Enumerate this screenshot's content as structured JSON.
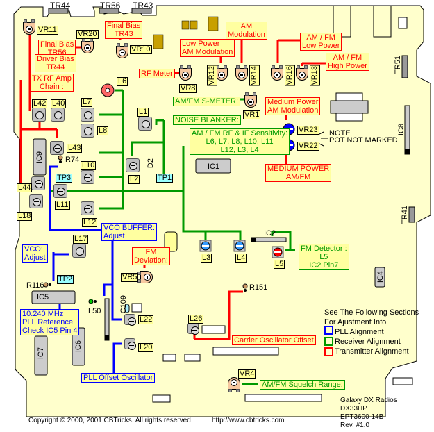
{
  "footer": {
    "copyright": "Copyright © 2000, 2001 CBTricks. All rights reserved",
    "url": "http://www.cbtricks.com"
  },
  "model_info": {
    "line1": "Galaxy DX Radios",
    "line2": "DX33HP",
    "line3": "EPT3600 14B",
    "line4": "Rev. #1.0"
  },
  "legend": {
    "heading1": "See The Following Sections",
    "heading2": "For Ajustment Info",
    "items": [
      {
        "label": "PLL Alignment",
        "color": "#0000ff"
      },
      {
        "label": "Receiver Alignment",
        "color": "#009900"
      },
      {
        "label": "Transmitter Alignment",
        "color": "#ff0000"
      }
    ]
  },
  "note": {
    "line1": "NOTE",
    "line2": "POT NOT MARKED"
  },
  "components": {
    "TR44": "TR44",
    "TR56": "TR56",
    "TR43": "TR43",
    "TR51": "TR51",
    "TR41": "TR41",
    "VR11": "VR11",
    "VR20": "VR20",
    "VR10": "VR10",
    "VR8": "VR8",
    "VR12": "VR12",
    "VR14": "VR14",
    "VR16": "VR16",
    "VR13": "VR13",
    "VR1": "VR1",
    "VR23": "VR23",
    "VR22": "VR22",
    "VR5": "VR5",
    "VR4": "VR4",
    "L6": "L6",
    "L42": "L42",
    "L40": "L40",
    "L7": "L7",
    "L8": "L8",
    "L43": "L43",
    "L1": "L1",
    "L2": "L2",
    "L10": "L10",
    "L11": "L11",
    "L12": "L12",
    "L44": "L44",
    "L18": "L18",
    "L17": "L17",
    "L3": "L3",
    "L4": "L4",
    "L5": "L5",
    "L22": "L22",
    "L20": "L20",
    "L26": "L26",
    "L50": "L50",
    "IC1": "IC1",
    "IC2": "IC2",
    "IC4": "IC4",
    "IC5": "IC5",
    "IC6": "IC6",
    "IC7": "IC7",
    "IC8": "IC8",
    "IC9": "IC9",
    "R74": "R74",
    "R116": "R116",
    "R151": "R151",
    "C109": "C109",
    "D2": "D2",
    "TP1": "TP1",
    "TP2": "TP2",
    "TP3": "TP3"
  },
  "callouts": {
    "final_bias_tr56": [
      "Final Bias",
      "TR56"
    ],
    "driver_bias_tr44": [
      "Driver Bias",
      "TR44"
    ],
    "final_bias_tr43": [
      "Final Bias",
      "TR43"
    ],
    "low_power_am": [
      "Low Power",
      "AM Modulation"
    ],
    "am_modulation": [
      "AM",
      "Modulation"
    ],
    "am_fm_low_power": [
      "AM / FM",
      "Low Power"
    ],
    "am_fm_high_power": [
      "AM / FM",
      "High Power"
    ],
    "rf_meter": "RF Meter",
    "tx_rf_amp_chain": [
      "TX RF Amp",
      "Chain :"
    ],
    "am_fm_smeter": "AM/FM S-METER:",
    "noise_blanker": "NOISE BLANKER:",
    "rf_if_sensitivity": [
      "AM / FM RF & IF Sensitivity:",
      "L6, L7, L8, L10, L11",
      "L12, L3, L4"
    ],
    "medium_power_am": [
      "Medium Power",
      "AM Modulation"
    ],
    "medium_power_amfm": [
      "MEDIUM POWER",
      "AM/FM"
    ],
    "fm_detector": [
      "FM Detector :",
      "L5",
      "IC2 Pin7"
    ],
    "fm_deviation": [
      "FM",
      "Deviation:"
    ],
    "vco_buffer": [
      "VCO BUFFER:",
      "Adjust"
    ],
    "vco_adjust": [
      "VCO:",
      "Adjust"
    ],
    "pll_reference": [
      "10.240 MHz",
      "PLL Reference",
      "Check   IC5 Pin 4"
    ],
    "pll_offset": "PLL Offset Oscillator",
    "carrier_offset": "Carrier Oscillator Offset",
    "squelch_range": "AM/FM Squelch Range:"
  }
}
